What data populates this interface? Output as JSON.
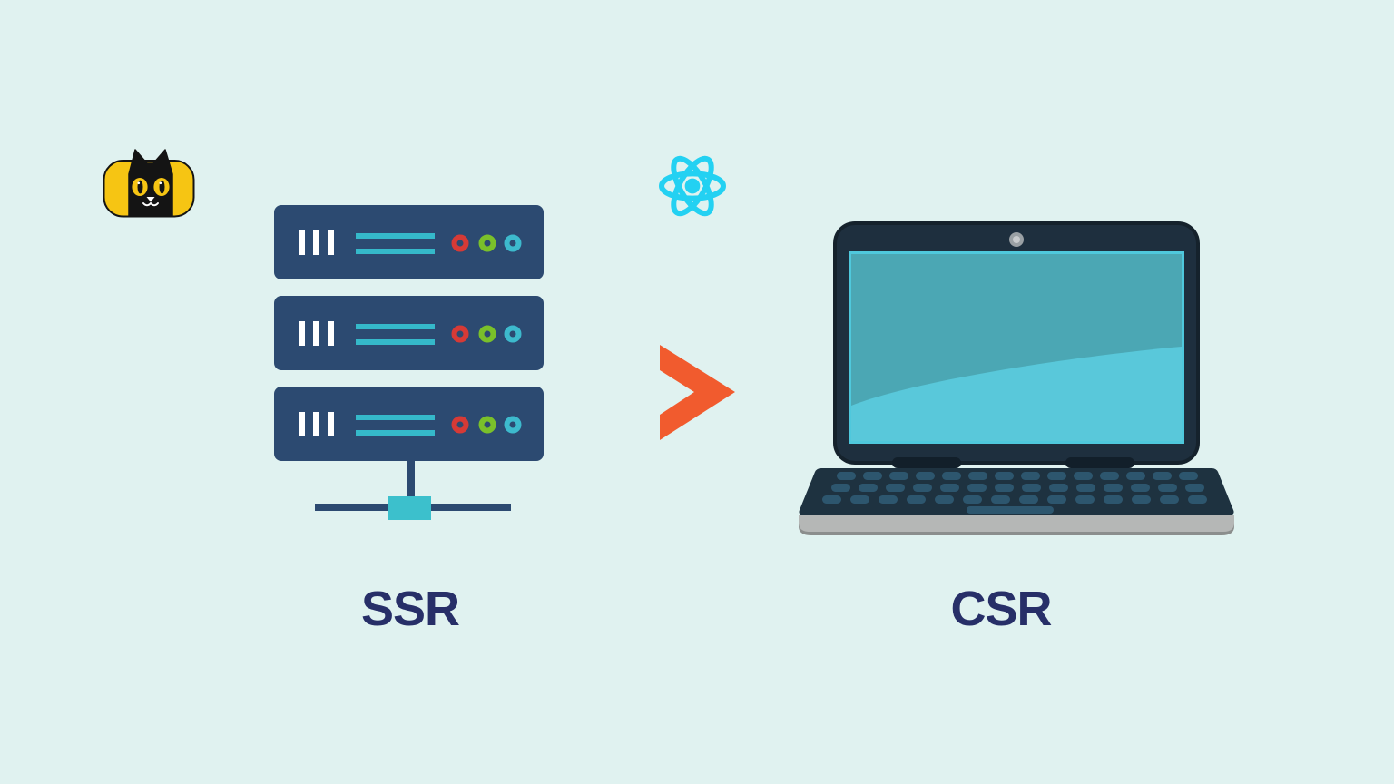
{
  "page": {
    "background": "#e0f2f0"
  },
  "brand": {
    "icon": "cat-logo",
    "badge_color": "#f6c513",
    "cat_color": "#141414"
  },
  "react": {
    "icon": "react-logo",
    "color": "#23d1f2"
  },
  "ssr": {
    "label": "SSR",
    "icon": "server-stack-icon",
    "server_count": 3,
    "body_color": "#2c4a71",
    "line_color": "#35b9ca",
    "led_colors": [
      "#d63a36",
      "#7ac02a",
      "#3dbacd"
    ],
    "switch_color": "#3cc0cc"
  },
  "comparator": {
    "symbol": ">",
    "meaning": "greater than",
    "color": "#f15b2e"
  },
  "csr": {
    "label": "CSR",
    "icon": "laptop-icon",
    "frame_color": "#1e2f3e",
    "base_color": "#1e3240",
    "key_color": "#2d566e",
    "screen_top_color": "#4ba7b4",
    "screen_bottom_color": "#59c8da",
    "screen_border_color": "#4fc8dc",
    "bottom_bar_color": "#b5b7b6"
  },
  "label_color": "#272f68"
}
